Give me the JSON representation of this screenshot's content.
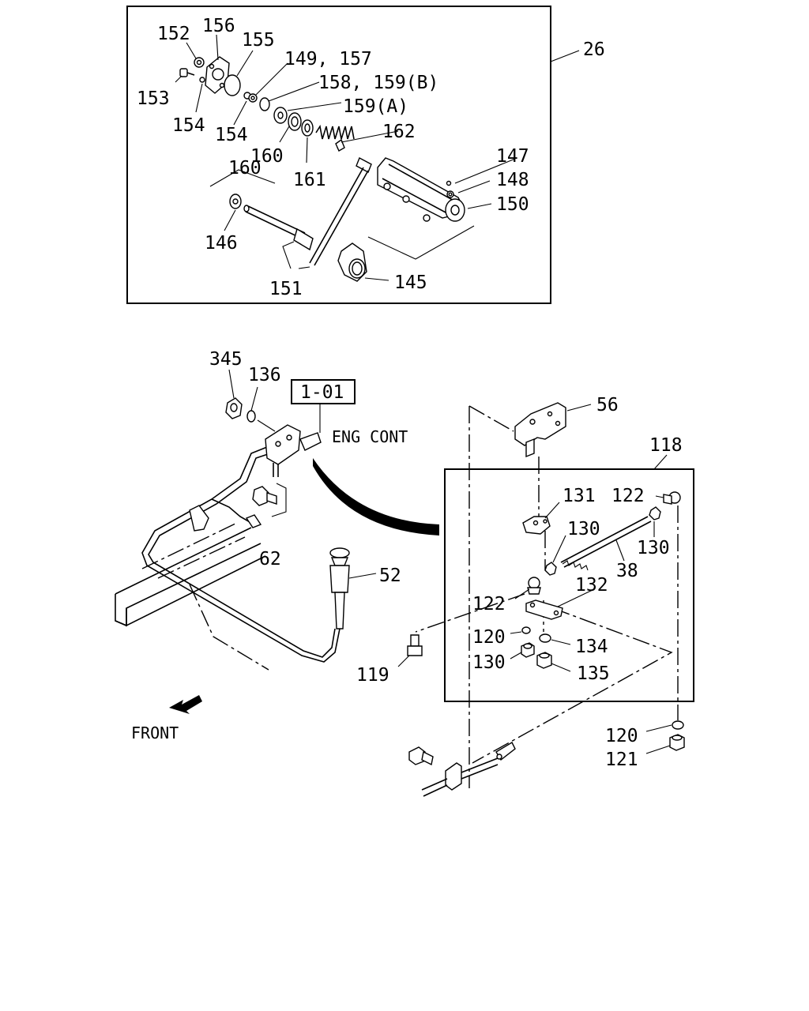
{
  "labels": {
    "l152": "152",
    "l156": "156",
    "l155": "155",
    "l149": "149, 157",
    "l153": "153",
    "l158": "158, 159(B)",
    "l154a": "154",
    "l159a": "159(A)",
    "l154b": "154",
    "l162": "162",
    "l160a": "160",
    "l161": "161",
    "l160b": "160",
    "l147": "147",
    "l148": "148",
    "l150": "150",
    "l146": "146",
    "l145": "145",
    "l151": "151",
    "l26": "26",
    "l345": "345",
    "l136": "136",
    "l101": "1-01",
    "leng": "ENG CONT",
    "l56": "56",
    "l118": "118",
    "l131": "131",
    "l122a": "122",
    "l130a": "130",
    "l130b": "130",
    "l62": "62",
    "l52": "52",
    "l38": "38",
    "l132": "132",
    "l122b": "122",
    "l120a": "120",
    "l134": "134",
    "l130c": "130",
    "l119": "119",
    "l135": "135",
    "lfront": "FRONT",
    "l120b": "120",
    "l121": "121"
  }
}
